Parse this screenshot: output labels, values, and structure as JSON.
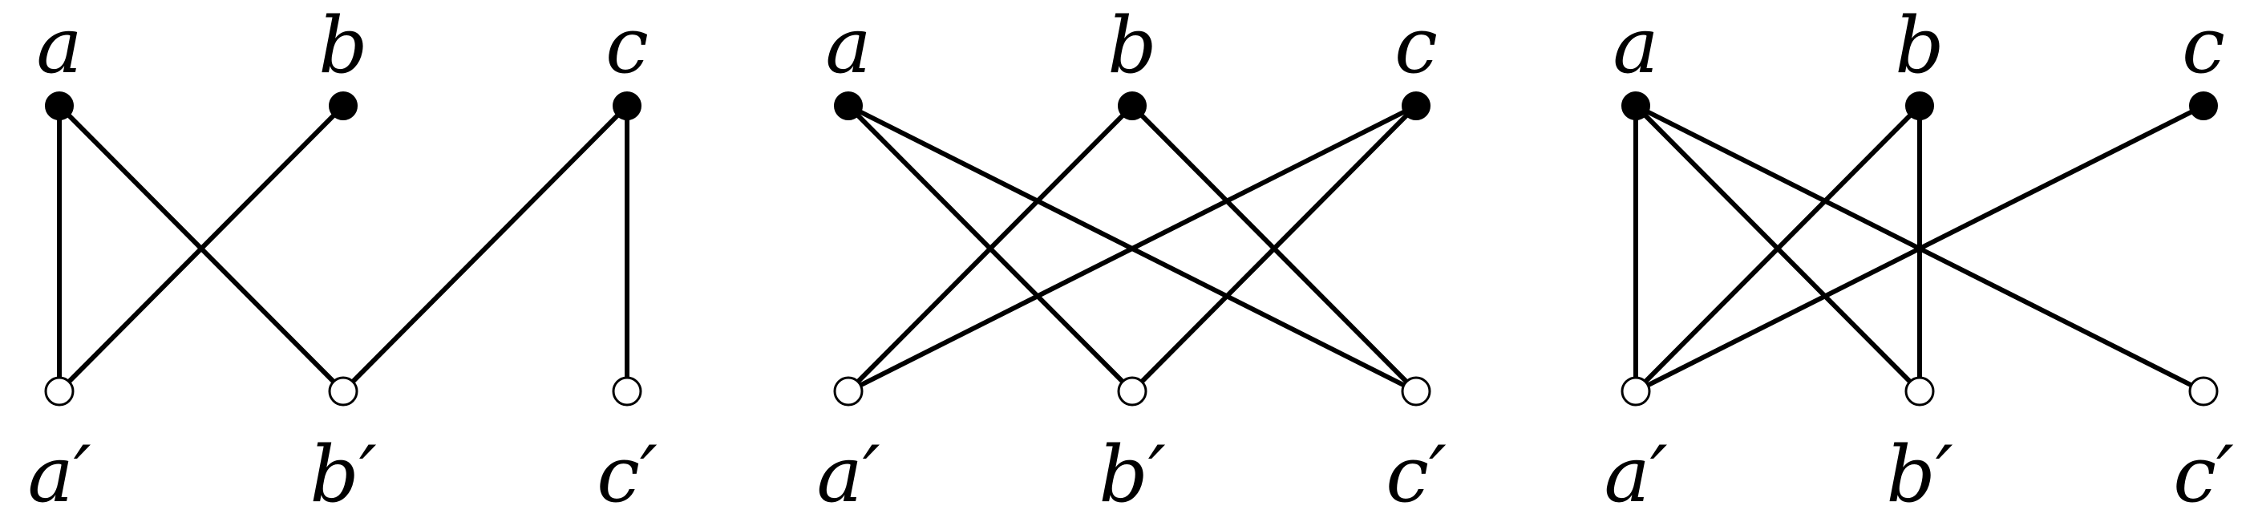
{
  "graphs": [
    {
      "top": [
        "a",
        "b",
        "c"
      ],
      "bottom": [
        "a′",
        "b′",
        "c′"
      ],
      "edges": [
        [
          0,
          0
        ],
        [
          0,
          1
        ],
        [
          1,
          0
        ],
        [
          2,
          1
        ],
        [
          2,
          2
        ]
      ]
    },
    {
      "top": [
        "a",
        "b",
        "c"
      ],
      "bottom": [
        "a′",
        "b′",
        "c′"
      ],
      "edges": [
        [
          0,
          1
        ],
        [
          0,
          2
        ],
        [
          1,
          0
        ],
        [
          1,
          2
        ],
        [
          2,
          0
        ],
        [
          2,
          1
        ]
      ]
    },
    {
      "top": [
        "a",
        "b",
        "c"
      ],
      "bottom": [
        "a′",
        "b′",
        "c′"
      ],
      "edges": [
        [
          0,
          0
        ],
        [
          0,
          1
        ],
        [
          0,
          2
        ],
        [
          1,
          0
        ],
        [
          1,
          1
        ],
        [
          2,
          0
        ]
      ]
    }
  ],
  "colors": {
    "edge": "#000000",
    "top_node_fill": "#000000",
    "bottom_node_fill": "#ffffff"
  }
}
